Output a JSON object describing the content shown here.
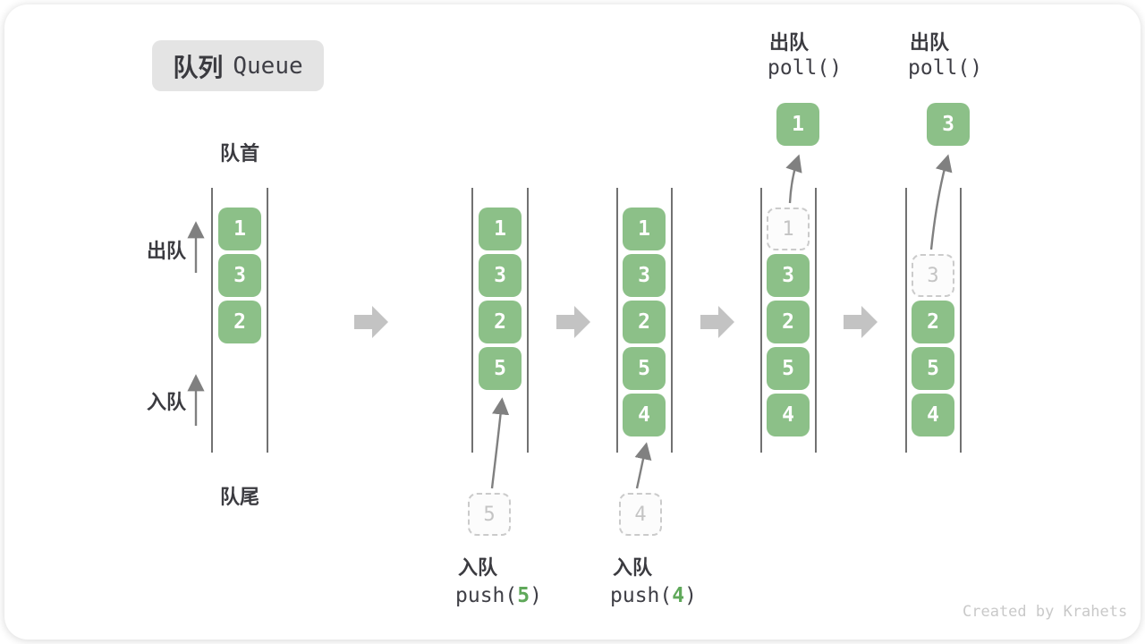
{
  "title_badge": {
    "cn": "队列",
    "en": "Queue"
  },
  "labels": {
    "front": "队首",
    "rear": "队尾",
    "dequeue": "出队",
    "enqueue": "入队"
  },
  "columns": [
    {
      "cells": [
        "1",
        "3",
        "2"
      ]
    },
    {
      "cells": [
        "1",
        "3",
        "2",
        "5"
      ]
    },
    {
      "cells": [
        "1",
        "3",
        "2",
        "5",
        "4"
      ]
    },
    {
      "ghost": "1",
      "cells": [
        "3",
        "2",
        "5",
        "4"
      ]
    },
    {
      "ghost": "3",
      "cells": [
        "2",
        "5",
        "4"
      ]
    }
  ],
  "operations": {
    "push_a": {
      "label": "入队",
      "code_fn": "push(",
      "arg": "5",
      "code_close": ")",
      "ghost": "5"
    },
    "push_b": {
      "label": "入队",
      "code_fn": "push(",
      "arg": "4",
      "code_close": ")",
      "ghost": "4"
    },
    "poll_a": {
      "label": "出队",
      "code": "poll()",
      "out": "1"
    },
    "poll_b": {
      "label": "出队",
      "code": "poll()",
      "out": "3"
    }
  },
  "icons": {
    "flow_arrow": "right-block-arrow-icon",
    "dequeue_arrow": "up-arrow-icon",
    "enqueue_arrow": "up-arrow-icon",
    "push_arrow": "curved-up-arrow-icon",
    "poll_arrow": "curved-up-arrow-icon"
  },
  "watermark": "Created by Krahets",
  "colors": {
    "box_green": "#8CC088",
    "arg_green": "#5FA85A",
    "badge_bg": "#E4E4E4",
    "text_dark": "#3B3B40",
    "ghost_gray": "#C4C4C4",
    "ghost_border": "#CBCBCB",
    "wall_gray": "#4E4E4E",
    "arrow_gray": "#808080",
    "flow_arrow_gray": "#C3C3C3",
    "watermark_gray": "#C9C9C9"
  }
}
